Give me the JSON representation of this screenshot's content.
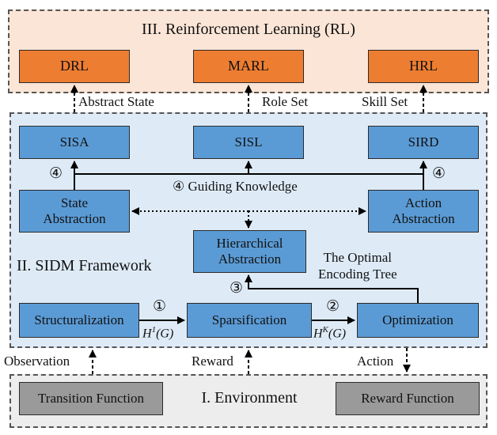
{
  "rl": {
    "title": "III. Reinforcement Learning (RL)",
    "boxes": [
      "DRL",
      "MARL",
      "HRL"
    ],
    "colors": {
      "panel": "#fbe5d6",
      "box": "#ed7d31"
    }
  },
  "links": {
    "abstract_state": "Abstract State",
    "role_set": "Role Set",
    "skill_set": "Skill Set",
    "observation": "Observation",
    "reward": "Reward",
    "action": "Action"
  },
  "sidm": {
    "title": "II. SIDM Framework",
    "colors": {
      "panel": "#deebf7",
      "box": "#5b9bd5"
    },
    "sisa": "SISA",
    "sisl": "SISL",
    "sird": "SIRD",
    "state_abstraction": [
      "State",
      "Abstraction"
    ],
    "action_abstraction": [
      "Action",
      "Abstraction"
    ],
    "hierarchical_abstraction": [
      "Hierarchical",
      "Abstraction"
    ],
    "guiding_knowledge": "④ Guiding Knowledge",
    "marker_left": "④",
    "marker_right": "④",
    "optimal_tree": [
      "The Optimal",
      "Encoding Tree"
    ],
    "marker_3": "③",
    "structuralization": "Structuralization",
    "sparsification": "Sparsification",
    "optimization": "Optimization",
    "marker_1": "①",
    "marker_2": "②",
    "h1": {
      "base": "H",
      "sup": "1",
      "arg": "(G)"
    },
    "hk": {
      "base": "H",
      "sup": "K",
      "arg": "(G)"
    }
  },
  "env": {
    "title": "I. Environment",
    "transition_function": "Transition Function",
    "reward_function": "Reward Function",
    "colors": {
      "panel": "#ededed",
      "box": "#9a9a9a"
    }
  }
}
